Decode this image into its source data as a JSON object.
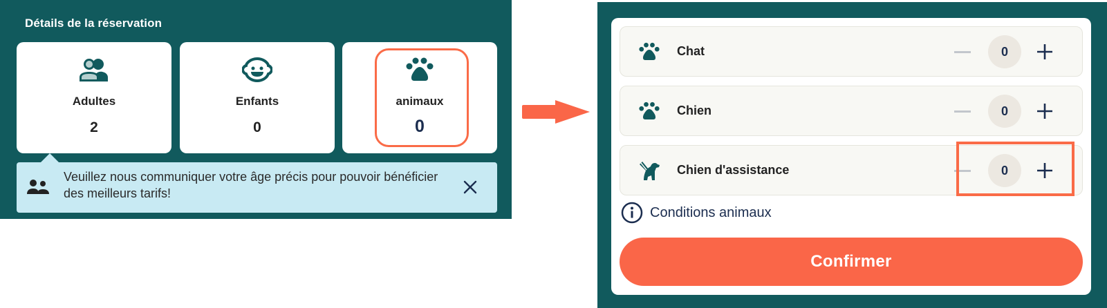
{
  "colors": {
    "panel_bg": "#115a5d",
    "accent": "#fa6648",
    "highlight": "#fa6b47",
    "notice_bg": "#c8eaf3",
    "row_bg": "#f8f8f4",
    "counter_bg": "#ece8e1",
    "navy": "#1b2d4f"
  },
  "booking_details": {
    "title": "Détails de la réservation",
    "cards": [
      {
        "label": "Adultes",
        "value": "2",
        "icon": "adults-icon"
      },
      {
        "label": "Enfants",
        "value": "0",
        "icon": "child-face-icon"
      },
      {
        "label": "animaux",
        "value": "0",
        "icon": "paw-icon"
      }
    ],
    "notice": {
      "icon": "people-icon",
      "text": "Veuillez nous communiquer votre âge précis pour pouvoir bénéficier des meilleurs tarifs!",
      "close_icon": "close-icon"
    }
  },
  "arrow": {
    "icon": "arrow-right-icon"
  },
  "pets_panel": {
    "rows": [
      {
        "label": "Chat",
        "value": "0",
        "icon": "paw-icon"
      },
      {
        "label": "Chien",
        "value": "0",
        "icon": "paw-icon"
      },
      {
        "label": "Chien d'assistance",
        "value": "0",
        "icon": "service-dog-icon"
      }
    ],
    "minus_icon": "minus-icon",
    "plus_icon": "plus-icon",
    "conditions_link": "Conditions animaux",
    "conditions_icon": "info-icon",
    "confirm_label": "Confirmer"
  }
}
